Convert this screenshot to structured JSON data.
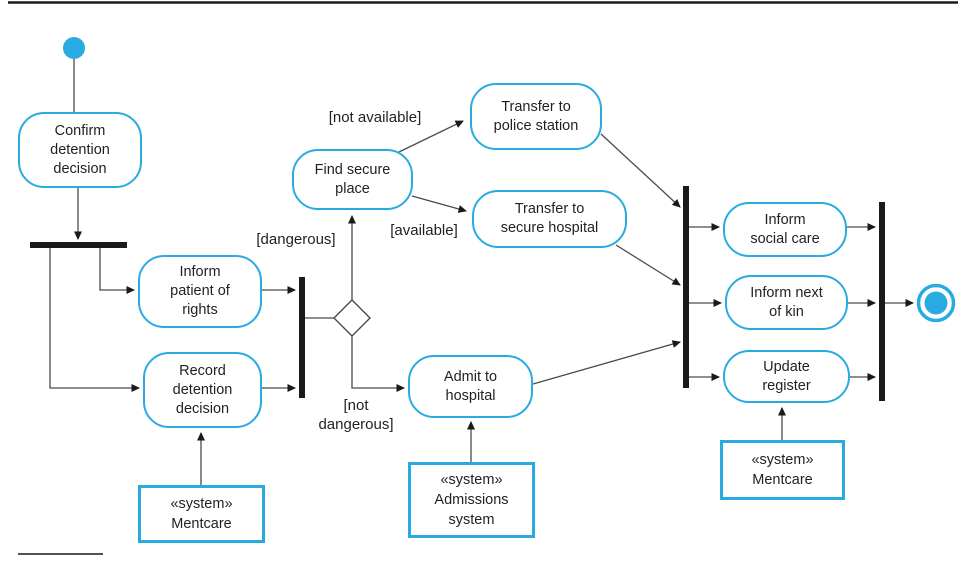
{
  "colors": {
    "accent": "#29abe2",
    "ink": "#231f20",
    "wire": "#4a4a4a",
    "bar": "#1a1a1a"
  },
  "activities": {
    "confirm": "Confirm\ndetention\ndecision",
    "inform_patient": "Inform\npatient of\nrights",
    "record": "Record\ndetention\ndecision",
    "find_secure": "Find secure\nplace",
    "transfer_police": "Transfer to\npolice station",
    "transfer_hospital": "Transfer to\nsecure hospital",
    "admit": "Admit to\nhospital",
    "inform_social": "Inform\nsocial care",
    "inform_kin": "Inform next\nof kin",
    "update_register": "Update\nregister"
  },
  "guards": {
    "dangerous": "[dangerous]",
    "not_dangerous": "[not\ndangerous]",
    "not_available": "[not available]",
    "available": "[available]"
  },
  "systems": {
    "mentcare_left": "«system»\nMentcare",
    "admissions": "«system»\nAdmissions\nsystem",
    "mentcare_right": "«system»\nMentcare"
  },
  "symbols": {
    "start": "start-node",
    "end": "end-node",
    "decision": "decision-diamond",
    "fork_join": "fork-join-bar"
  }
}
